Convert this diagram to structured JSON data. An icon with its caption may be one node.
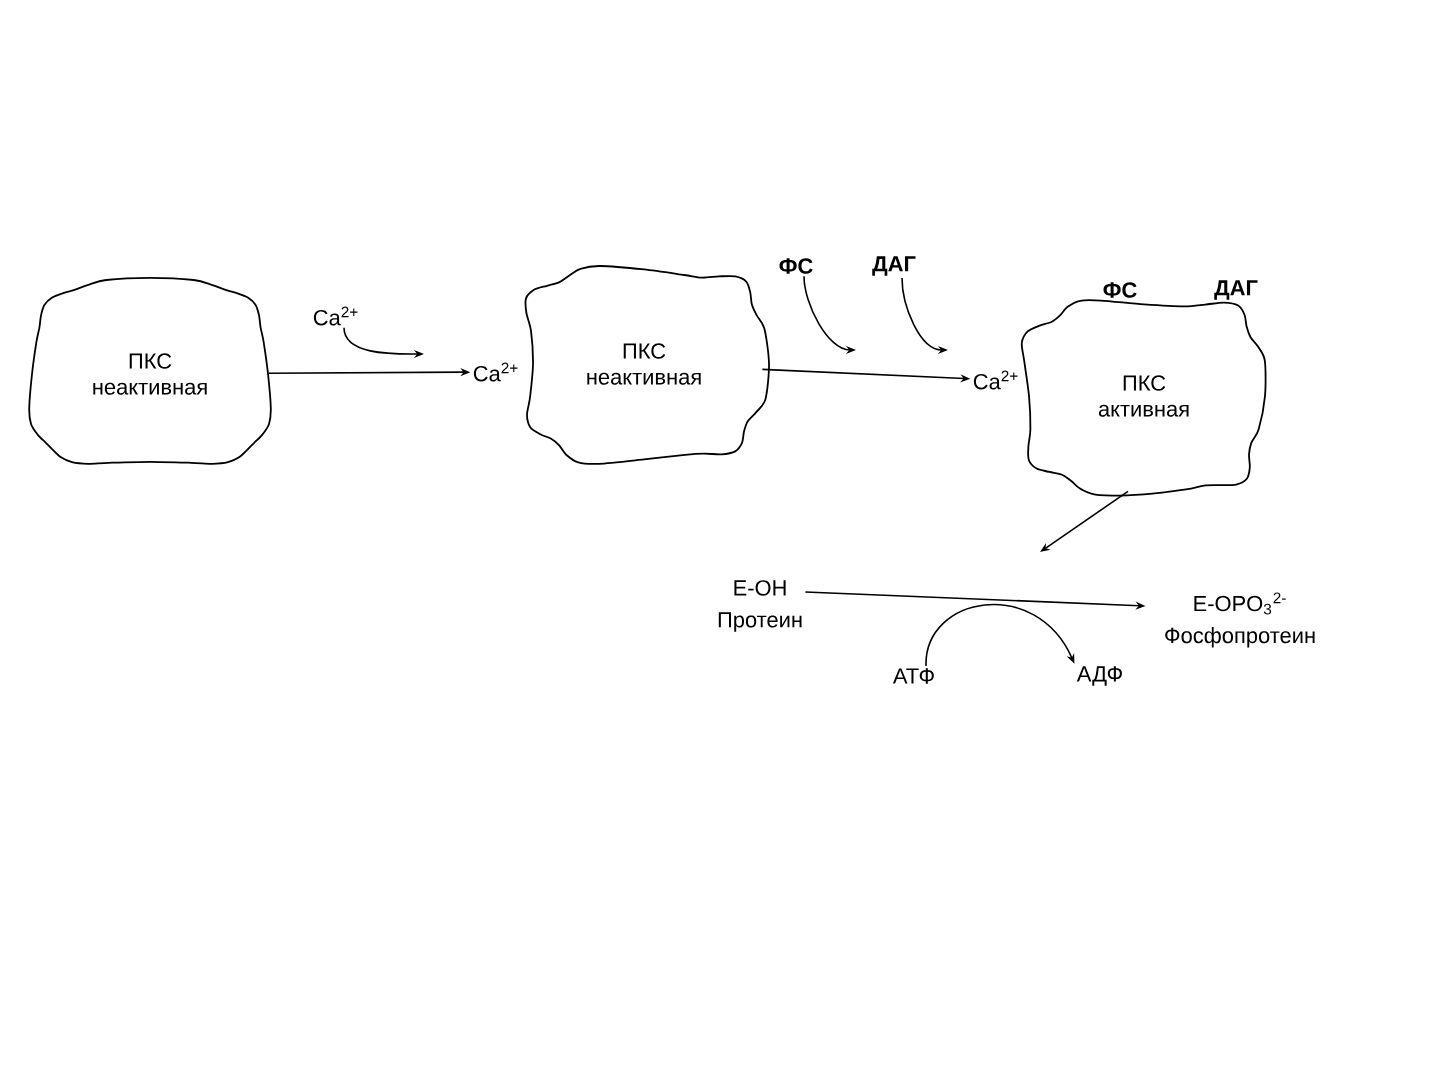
{
  "diagram": {
    "nodes": [
      {
        "text": [
          "ПКС неактивная"
        ]
      },
      {
        "text": [
          "Ca$^{2+}$"
        ]
      },
      {
        "text": [
          "ПКС неактивная"
        ],
        "beside": [
          "Ca$^{2+}$"
        ]
      },
      {
        "text": [
          "ФС"
        ]
      },
      {
        "text": [
          "ДАГ"
        ]
      },
      {
        "text": [
          "ПКС активная"
        ],
        "beside": [
          "Ca$^{2+}$",
          "ФС",
          "ДАГ"
        ]
      },
      {
        "text": [
          "E-OH",
          "Протеин"
        ]
      },
      {
        "text": [
          "E-OPO$_{3}$$^{2-}$",
          "Фосфопротеин"
        ]
      },
      {
        "text": [
          "АТФ"
        ]
      },
      {
        "text": [
          "АДФ"
        ]
      }
    ],
    "edges": [
      {
        "from": 0,
        "to": 2,
        "arrow": "to"
      },
      {
        "from": 1,
        "to": null,
        "arrow": "to"
      },
      {
        "from": 2,
        "to": 5,
        "arrow": "to"
      },
      {
        "from": 3,
        "to": null,
        "arrow": "to"
      },
      {
        "from": 4,
        "to": null,
        "arrow": "to"
      },
      {
        "from": 5,
        "to": null,
        "arrow": "to"
      },
      {
        "from": 6,
        "to": 7,
        "arrow": "to"
      },
      {
        "from": 8,
        "to": 9,
        "arrow": "to"
      }
    ]
  }
}
